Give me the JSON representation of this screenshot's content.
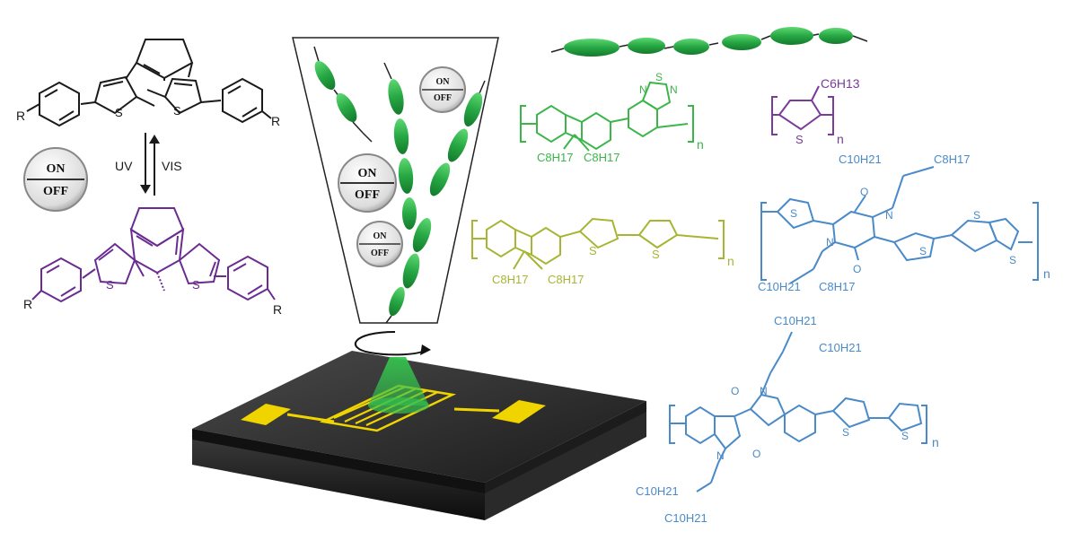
{
  "colors": {
    "open_form": "#1a1a1a",
    "closed_form": "#6a2c91",
    "fluorene_btd": "#3cb54a",
    "fluorene_bithiophene": "#a7b533",
    "p3ht": "#7a3b9a",
    "dpp_polymer": "#4a8ac8",
    "isoindigo_polymer": "#4a8ac8",
    "blob_green": "#27a844",
    "electrode_gold": "#f0d400",
    "switch_gray": "#9a9a9a"
  },
  "photoswitch": {
    "uv_label": "UV",
    "vis_label": "VIS",
    "r_label": "R",
    "s_label": "S",
    "on_label": "ON",
    "off_label": "OFF"
  },
  "polymers": {
    "n_label": "n",
    "s_label": "S",
    "n_atom": "N",
    "o_atom": "O",
    "fluorene_btd": {
      "side_chain_1": "C8H17",
      "side_chain_2": "C8H17"
    },
    "p3ht": {
      "side_chain": "C6H13"
    },
    "fluorene_bithiophene": {
      "side_chain_1": "C8H17",
      "side_chain_2": "C8H17"
    },
    "dpp": {
      "chain_top_1": "C10H21",
      "chain_top_2": "C8H17",
      "chain_bottom_1": "C10H21",
      "chain_bottom_2": "C8H17"
    },
    "isoindigo": {
      "chain_top_1": "C10H21",
      "chain_top_2": "C10H21",
      "chain_bottom_1": "C10H21",
      "chain_bottom_2": "C10H21"
    }
  },
  "icons": [
    "switch-icon",
    "rotation-arrow-icon",
    "light-cone-icon",
    "interdigitated-electrode-icon",
    "polymer-chain-icon"
  ]
}
